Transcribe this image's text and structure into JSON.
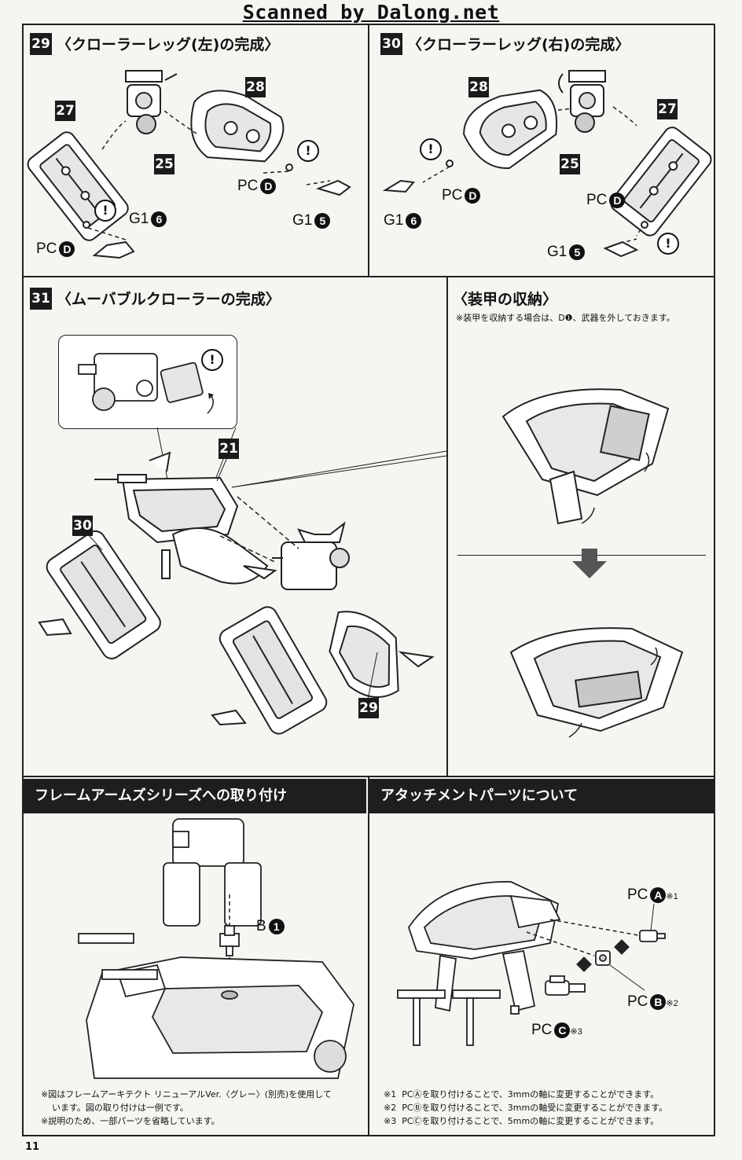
{
  "header": {
    "scan_text": "Scanned by Dalong.net"
  },
  "step29": {
    "number": "29",
    "title": "〈クローラーレッグ(左)の完成〉",
    "tags": [
      "27",
      "25",
      "28"
    ],
    "labels": {
      "pc_d_upper": "PC",
      "pc_d_lower": "PC",
      "g1_5": "G1",
      "g1_6": "G1"
    },
    "circles": {
      "d": "D",
      "five": "5",
      "six": "6"
    },
    "warn": "!"
  },
  "step30": {
    "number": "30",
    "title": "〈クローラーレッグ(右)の完成〉",
    "tags": [
      "28",
      "27",
      "25"
    ],
    "labels": {
      "pc_d_upper": "PC",
      "pc_d_lower": "PC",
      "g1_6": "G1",
      "g1_5": "G1"
    },
    "circles": {
      "d": "D",
      "five": "5",
      "six": "6"
    },
    "warn": "!"
  },
  "step31": {
    "number": "31",
    "title": "〈ムーバブルクローラーの完成〉",
    "tags": [
      "21",
      "30",
      "29"
    ],
    "warn": "!"
  },
  "armor": {
    "title": "〈装甲の収納〉",
    "note": "※装甲を収納する場合は、D❶、武器を外しておきます。"
  },
  "frame_arms": {
    "title": "フレームアームズシリーズへの取り付け",
    "part_label": "B",
    "part_circle": "1",
    "notes": [
      "※図はフレームアーキテクト リニューアルVer.〈グレー〉(別売)を使用して",
      "います。図の取り付けは一例です。",
      "※説明のため、一部パーツを省略しています。"
    ]
  },
  "attachment": {
    "title": "アタッチメントパーツについて",
    "pc_label": "PC",
    "parts": [
      {
        "circle": "A",
        "mark": "※1"
      },
      {
        "circle": "B",
        "mark": "※2"
      },
      {
        "circle": "C",
        "mark": "※3"
      }
    ],
    "notes": [
      {
        "mark": "※1",
        "text": "PCⒶを取り付けることで、3mmの軸に変更することができます。"
      },
      {
        "mark": "※2",
        "text": "PCⒷを取り付けることで、3mmの軸受に変更することができます。"
      },
      {
        "mark": "※3",
        "text": "PCⒸを取り付けることで、5mmの軸に変更することができます。"
      }
    ]
  },
  "footer": {
    "page_number": "11"
  }
}
